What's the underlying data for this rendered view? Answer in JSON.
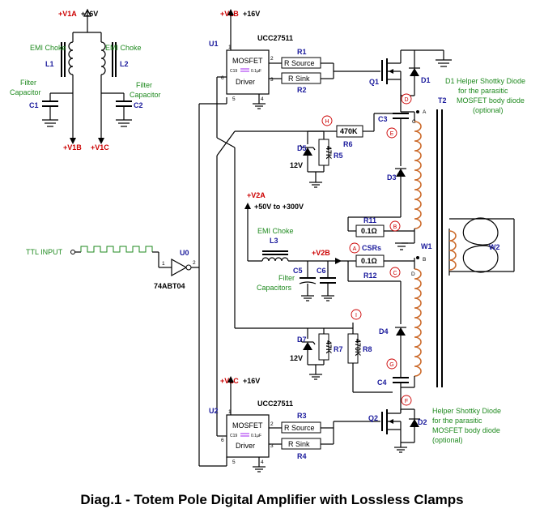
{
  "title": "Diag.1 - Totem Pole Digital Amplifier with Lossless Clamps",
  "supplies": {
    "v1a": {
      "name": "+V1A",
      "value": "+16V"
    },
    "v1b": {
      "name": "+V1B",
      "value": "+16V"
    },
    "v1c": {
      "name": "+V1C",
      "value": "+16V"
    },
    "v2a": {
      "name": "+V2A",
      "value": "+50V to +300V"
    },
    "v2b": {
      "name": "+V2B"
    },
    "v1b_out": "+V1B",
    "v1c_out": "+V1C"
  },
  "input_filter": {
    "l1": "L1",
    "l2": "L2",
    "c1": "C1",
    "c2": "C2",
    "emi_choke_1": "EMI Choke",
    "emi_choke_2": "EMI Choke",
    "filter_cap_1": [
      "Filter",
      "Capacitor"
    ],
    "filter_cap_2": [
      "Filter",
      "Capacitor"
    ]
  },
  "drivers": {
    "u1": {
      "ref": "U1",
      "part": "UCC27511",
      "line1": "MOSFET",
      "line2": "Driver",
      "cap": "C19",
      "cap_val": "0.1µF",
      "pins": [
        "1",
        "2",
        "3",
        "4",
        "5",
        "6"
      ]
    },
    "u2": {
      "ref": "U2",
      "part": "UCC27511",
      "line1": "MOSFET",
      "line2": "Driver",
      "cap": "C19",
      "cap_val": "0.1µF",
      "pins": [
        "1",
        "2",
        "3",
        "4",
        "5",
        "6"
      ]
    }
  },
  "resistors": {
    "r1": {
      "ref": "R1",
      "label": "R Source"
    },
    "r2": {
      "ref": "R2",
      "label": "R Sink"
    },
    "r3": {
      "ref": "R3",
      "label": "R Source"
    },
    "r4": {
      "ref": "R4",
      "label": "R Sink"
    },
    "r5": {
      "ref": "R5",
      "value": "47K"
    },
    "r6": {
      "ref": "R6",
      "value": "470K"
    },
    "r7": {
      "ref": "R7",
      "value": "47K"
    },
    "r8": {
      "ref": "R8",
      "value": "470K"
    },
    "r11": {
      "ref": "R11",
      "value": "0.1Ω"
    },
    "r12": {
      "ref": "R12",
      "value": "0.1Ω"
    }
  },
  "mosfets": {
    "q1": "Q1",
    "q2": "Q2"
  },
  "diodes": {
    "d1": "D1",
    "d2": "D2",
    "d3": "D3",
    "d4": "D4",
    "d5": {
      "ref": "D5",
      "value": "12V"
    },
    "d7": {
      "ref": "D7",
      "value": "12V"
    }
  },
  "caps": {
    "c3": "C3",
    "c4": "C4",
    "c5": "C5",
    "c6": "C6"
  },
  "transformer": {
    "t2": "T2",
    "w1": "W1",
    "w2": "W2",
    "dot_a": "A",
    "dot_b": "B",
    "dot_c": "C",
    "dot_d": "D"
  },
  "l3": {
    "ref": "L3",
    "label": "EMI Choke"
  },
  "filter_caps_2": [
    "Filter",
    "Capacitors"
  ],
  "csrs": "CSRs",
  "nodes": {
    "a": "A",
    "b": "B",
    "c": "C",
    "d": "D",
    "e": "E",
    "f": "F",
    "g": "G",
    "h": "H",
    "i": "I"
  },
  "u0": {
    "ref": "U0",
    "part": "74ABT04",
    "pin1": "1",
    "pin2": "2"
  },
  "ttl_input": "TTL INPUT",
  "d1_note": [
    "D1 Helper Shottky Diode",
    "for the parasitic",
    "MOSFET body diode",
    "(optional)"
  ],
  "d2_note": [
    "Helper Shottky Diode",
    "for the parasitic",
    "MOSFET body diode",
    "(optional)"
  ]
}
